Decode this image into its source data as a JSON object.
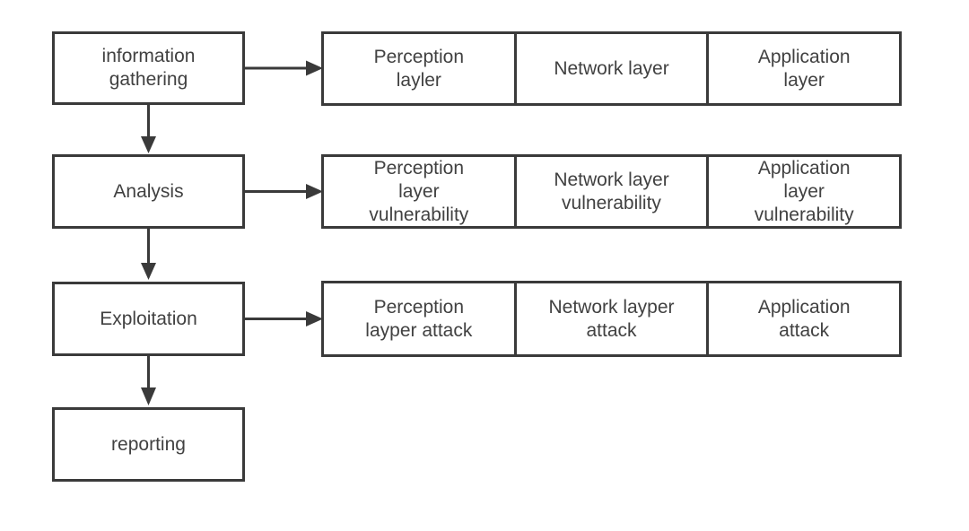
{
  "diagram": {
    "steps": [
      {
        "label": [
          "information",
          "gathering"
        ]
      },
      {
        "label": "Analysis"
      },
      {
        "label": "Exploitation"
      },
      {
        "label": "reporting"
      }
    ],
    "rows": [
      {
        "cells": [
          [
            "Perception",
            "layler"
          ],
          "Network layer",
          [
            "Application",
            "layer"
          ]
        ]
      },
      {
        "cells": [
          [
            "Perception",
            "layer",
            "vulnerability"
          ],
          [
            "Network layer",
            "vulnerability"
          ],
          [
            "Application",
            "layer",
            "vulnerability"
          ]
        ]
      },
      {
        "cells": [
          [
            "Perception",
            "layper attack"
          ],
          [
            "Network layper",
            "attack"
          ],
          [
            "Application",
            "attack"
          ]
        ]
      }
    ],
    "colors": {
      "line": "#3a3a3a",
      "text": "#414141",
      "background": "#ffffff"
    }
  }
}
